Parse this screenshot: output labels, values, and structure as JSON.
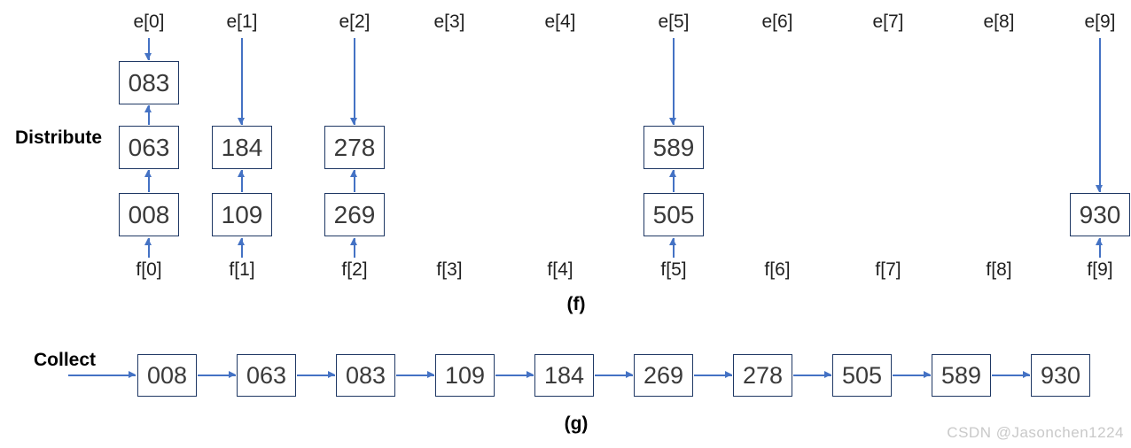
{
  "section_labels": {
    "distribute": "Distribute",
    "collect": "Collect"
  },
  "captions": {
    "f": "(f)",
    "g": "(g)"
  },
  "watermark": "CSDN @Jasonchen1224",
  "colors": {
    "arrow": "#4472C4",
    "box_border": "#1F3864",
    "box_text": "#3A3A3A",
    "label_text": "#1F1F1F",
    "watermark": "#C9C9C9"
  },
  "distribute_columns": [
    {
      "e_label": "e[0]",
      "f_label": "f[0]",
      "boxes": [
        "083",
        "063",
        "008"
      ]
    },
    {
      "e_label": "e[1]",
      "f_label": "f[1]",
      "boxes": [
        "184",
        "109"
      ]
    },
    {
      "e_label": "e[2]",
      "f_label": "f[2]",
      "boxes": [
        "278",
        "269"
      ]
    },
    {
      "e_label": "e[3]",
      "f_label": "f[3]",
      "boxes": []
    },
    {
      "e_label": "e[4]",
      "f_label": "f[4]",
      "boxes": []
    },
    {
      "e_label": "e[5]",
      "f_label": "f[5]",
      "boxes": [
        "589",
        "505"
      ]
    },
    {
      "e_label": "e[6]",
      "f_label": "f[6]",
      "boxes": []
    },
    {
      "e_label": "e[7]",
      "f_label": "f[7]",
      "boxes": []
    },
    {
      "e_label": "e[8]",
      "f_label": "f[8]",
      "boxes": []
    },
    {
      "e_label": "e[9]",
      "f_label": "f[9]",
      "boxes": [
        "930"
      ]
    }
  ],
  "collect_chain": [
    "008",
    "063",
    "083",
    "109",
    "184",
    "269",
    "278",
    "505",
    "589",
    "930"
  ]
}
